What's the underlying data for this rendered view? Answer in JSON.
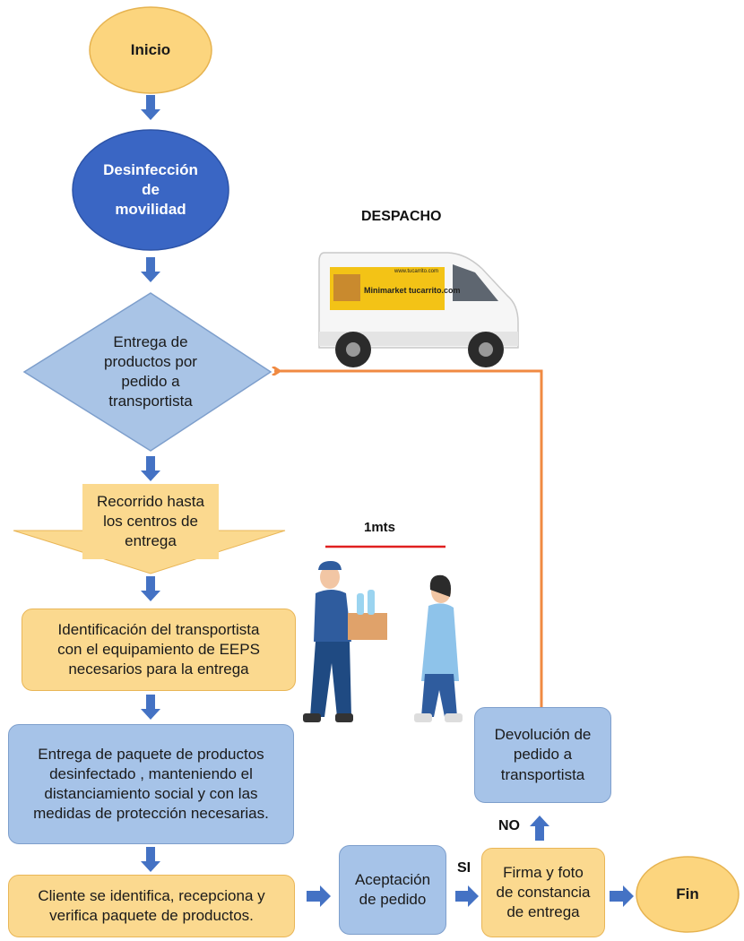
{
  "nodes": {
    "inicio": "Inicio",
    "desinfeccion": "Desinfección\nde\nmovilidad",
    "entrega_productos": "Entrega de\nproductos por\npedido a\ntransportista",
    "recorrido": "Recorrido hasta\nlos centros de\nentrega",
    "identificacion": "Identificación del transportista\ncon el equipamiento de EEPS\nnecesarios para la entrega",
    "entrega_paquete": "Entrega de paquete de productos\ndesinfectado , manteniendo el\ndistanciamiento social y con las\nmedidas de protección necesarias.",
    "cliente": "Cliente se identifica, recepciona y\nverifica paquete de productos.",
    "aceptacion": "Aceptación\nde pedido",
    "firma": "Firma y foto\nde constancia\nde entrega",
    "fin": "Fin",
    "devolucion": "Devolución de\npedido a\ntransportista"
  },
  "labels": {
    "despacho": "DESPACHO",
    "distance": "1mts",
    "si": "SI",
    "no": "NO"
  },
  "van": {
    "url": "www.tucarrito.com",
    "brand": "Minimarket tucarrito.com"
  },
  "colors": {
    "oval_orange": "#fcd57e",
    "oval_blue": "#3a66c4",
    "diamond_blue": "#a9c4e6",
    "box_orange": "#fbd98f",
    "box_blue": "#a6c3e8",
    "arrow_blue": "#4472c4",
    "return_line": "#f08a42",
    "distance_line": "#e02020"
  }
}
